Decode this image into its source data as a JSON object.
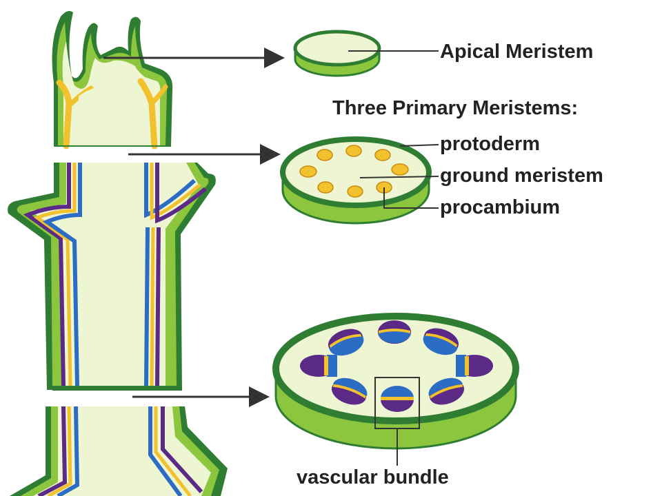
{
  "labels": {
    "apical_meristem": "Apical Meristem",
    "three_primary_meristems": "Three Primary Meristems:",
    "protoderm": "protoderm",
    "ground_meristem": "ground meristem",
    "procambium": "procambium",
    "vascular_bundle": "vascular bundle"
  },
  "colors": {
    "epidermis_green": "#2e7d32",
    "bright_green": "#8cc63f",
    "pale_tissue": "#eef5d2",
    "procambium_yellow": "#f2c12e",
    "xylem_blue": "#2b6cc4",
    "phloem_purple": "#5b2a86",
    "leader_line": "#333333"
  },
  "procambium_strand_count": 8,
  "vascular_bundle_count": 8
}
